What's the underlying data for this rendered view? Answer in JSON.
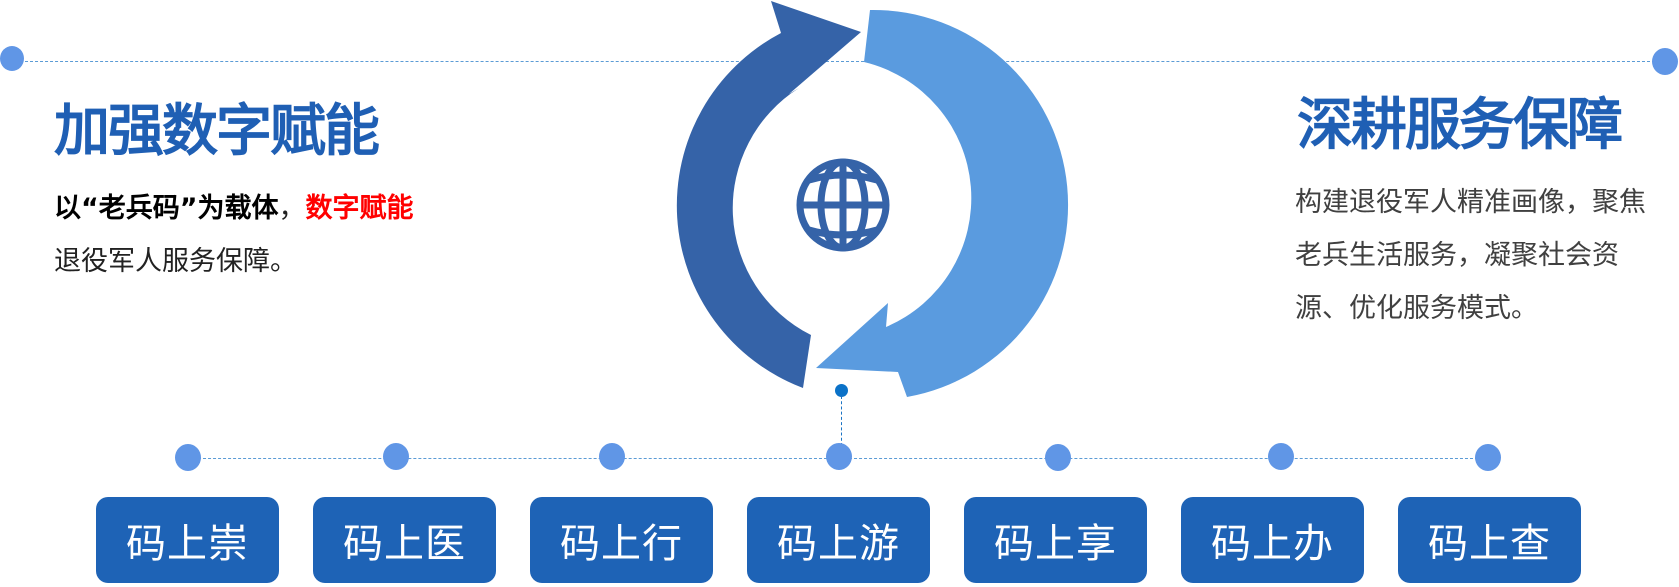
{
  "left_section": {
    "title": "加强数字赋能",
    "paragraph": {
      "part1": "以“老兵码”为载体",
      "comma": "，",
      "highlight": "数字赋能",
      "rest": "退役军人服务保障。"
    }
  },
  "right_section": {
    "title": "深耕服务保障",
    "paragraph": "构建退役军人精准画像，聚焦老兵生活服务，凝聚社会资源、优化服务模式。"
  },
  "center": {
    "icon": "globe-icon",
    "cycle_arrows": [
      "dark-arrow-clockwise-top",
      "light-arrow-clockwise-bottom"
    ]
  },
  "buttons": [
    {
      "label": "码上崇"
    },
    {
      "label": "码上医"
    },
    {
      "label": "码上行"
    },
    {
      "label": "码上游"
    },
    {
      "label": "码上享"
    },
    {
      "label": "码上办"
    },
    {
      "label": "码上查"
    }
  ],
  "colors": {
    "heading_blue": "#1F5FB4",
    "button_blue": "#1E63B6",
    "dark_arrow": "#3563A8",
    "light_arrow": "#5A9BDF",
    "dot_blue": "#6096E6",
    "highlight_red": "#FF0000",
    "gray_text": "#404040"
  }
}
